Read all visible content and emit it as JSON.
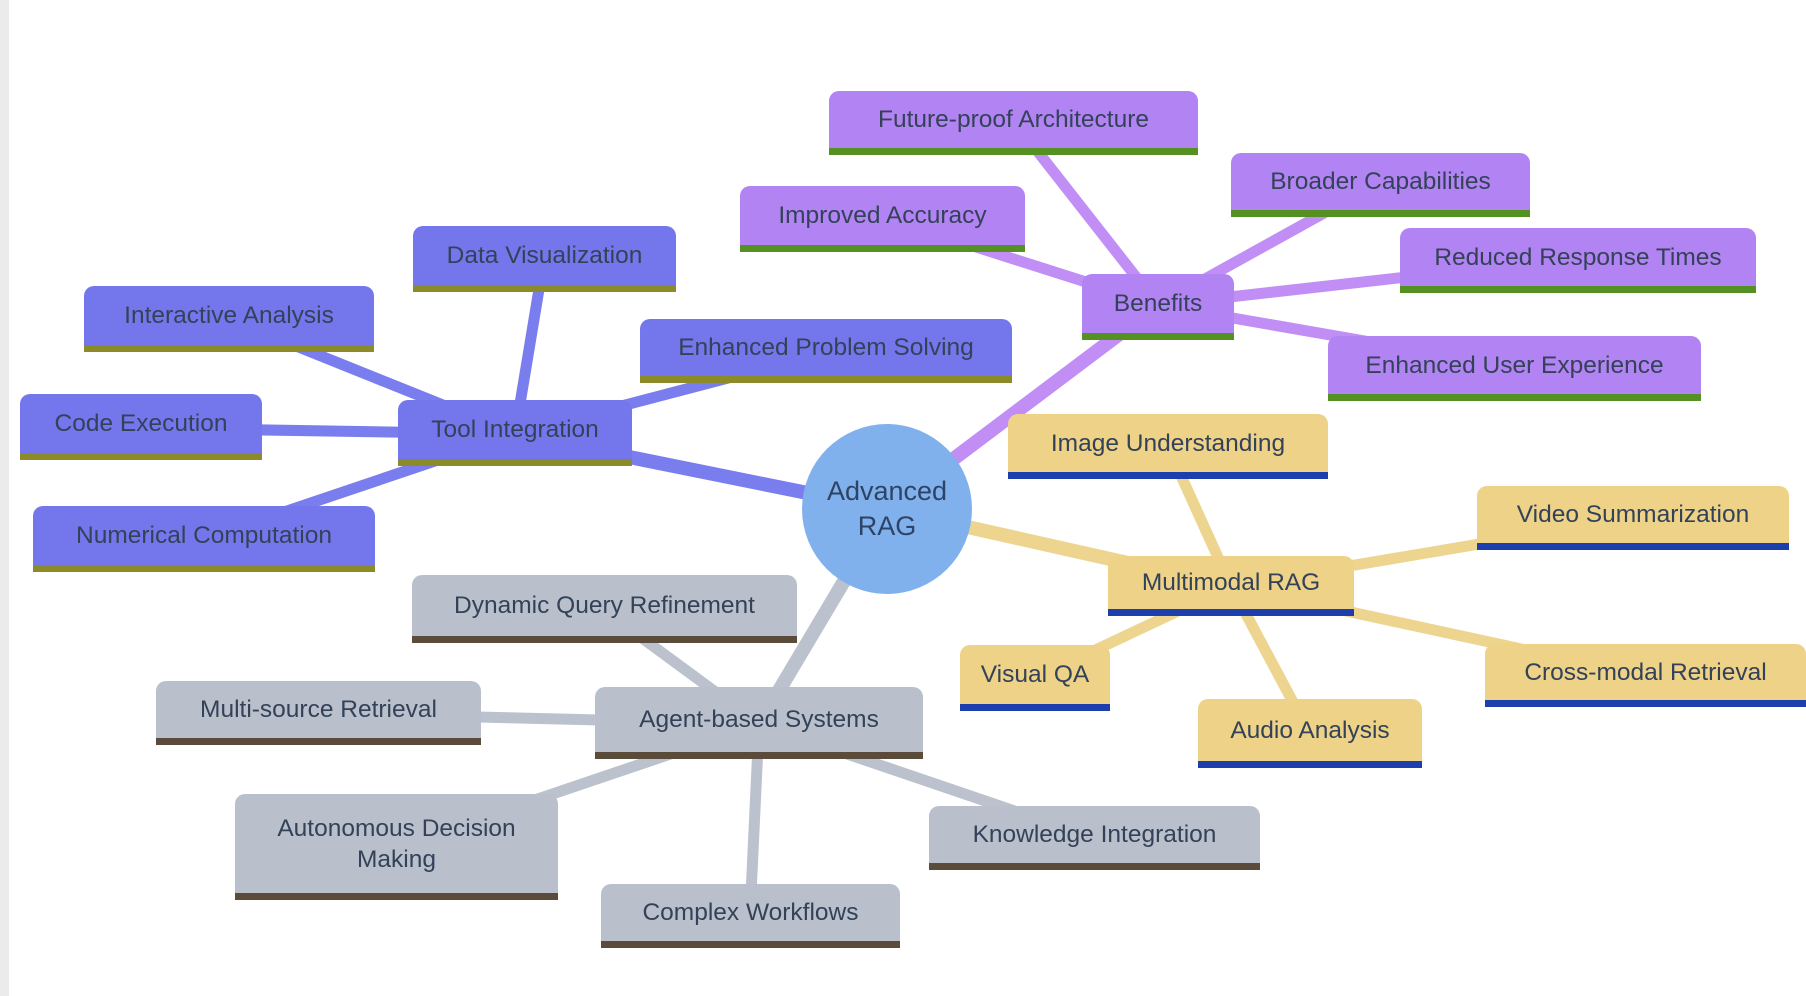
{
  "mindmap": {
    "type": "mindmap-diagram",
    "root": {
      "label": "Advanced RAG",
      "shape": "circle",
      "fill": "#80b1ec",
      "text_color": "#2e4466"
    },
    "branches": [
      {
        "id": "tool-integration",
        "label": "Tool Integration",
        "fill": "#7477ec",
        "underline_color": "#8b8c29",
        "edge_color": "#7a7dee",
        "children": [
          "Data Visualization",
          "Interactive Analysis",
          "Code Execution",
          "Numerical Computation",
          "Enhanced Problem Solving"
        ]
      },
      {
        "id": "benefits",
        "label": "Benefits",
        "fill": "#b283f2",
        "underline_color": "#549122",
        "edge_color": "#c08ef5",
        "children": [
          "Future-proof Architecture",
          "Improved Accuracy",
          "Broader Capabilities",
          "Reduced Response Times",
          "Enhanced User Experience"
        ]
      },
      {
        "id": "multimodal-rag",
        "label": "Multimodal RAG",
        "fill": "#edd287",
        "underline_color": "#1d3fae",
        "edge_color": "#edd58f",
        "children": [
          "Image Understanding",
          "Video Summarization",
          "Visual QA",
          "Audio Analysis",
          "Cross-modal Retrieval"
        ]
      },
      {
        "id": "agent-based-systems",
        "label": "Agent-based Systems",
        "fill": "#b9c0cb",
        "underline_color": "#5b4b3b",
        "edge_color": "#bbc2cd",
        "children": [
          "Dynamic Query Refinement",
          "Multi-source Retrieval",
          "Autonomous Decision Making",
          "Complex Workflows",
          "Knowledge Integration"
        ]
      }
    ],
    "colors": {
      "background": "#ffffff",
      "node_text": "#334258",
      "root_text": "#2e4466"
    }
  }
}
